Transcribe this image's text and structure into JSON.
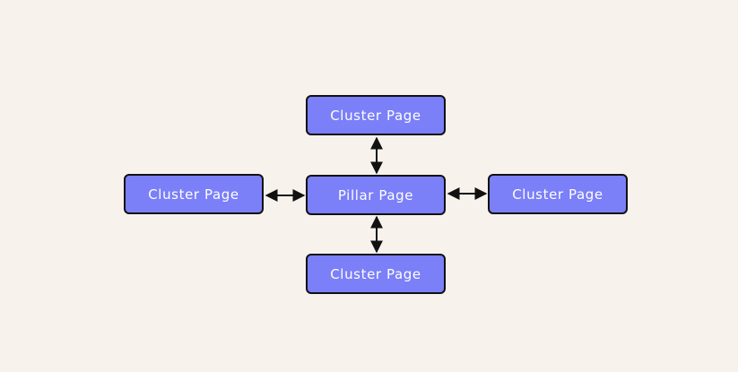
{
  "diagram": {
    "center": {
      "label": "Pillar Page"
    },
    "top": {
      "label": "Cluster Page"
    },
    "left": {
      "label": "Cluster Page"
    },
    "right": {
      "label": "Cluster Page"
    },
    "bottom": {
      "label": "Cluster Page"
    },
    "colors": {
      "background": "#f7f3ec",
      "node_fill": "#7b7ff8",
      "node_border": "#111111",
      "node_text": "#ffffff",
      "connector": "#111111"
    }
  }
}
